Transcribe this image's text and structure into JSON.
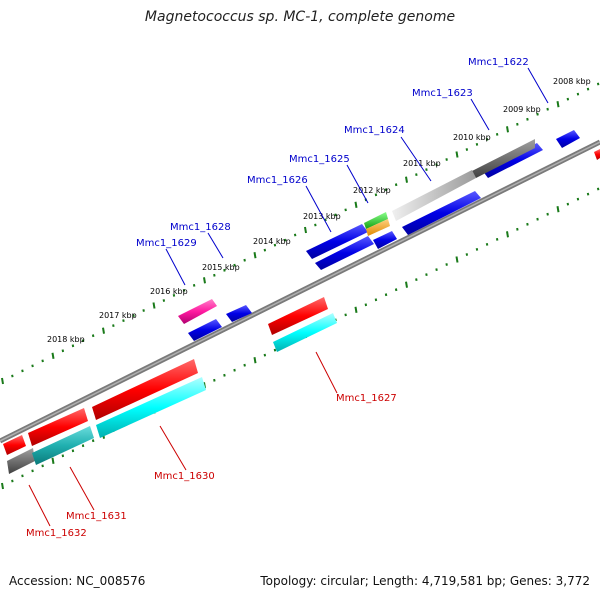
{
  "title": "Magnetococcus sp. MC-1, complete genome",
  "footer": {
    "accession": "Accession: NC_008576",
    "summary": "Topology: circular; Length: 4,719,581 bp; Genes: 3,772"
  },
  "ticks": [
    "2008 kbp",
    "2009 kbp",
    "2010 kbp",
    "2011 kbp",
    "2012 kbp",
    "2013 kbp",
    "2014 kbp",
    "2015 kbp",
    "2016 kbp",
    "2017 kbp",
    "2018 kbp"
  ],
  "genes_forward": [
    "Mmc1_1622",
    "Mmc1_1623",
    "Mmc1_1624",
    "Mmc1_1625",
    "Mmc1_1626",
    "Mmc1_1628",
    "Mmc1_1629"
  ],
  "genes_reverse": [
    "Mmc1_1627",
    "Mmc1_1630",
    "Mmc1_1631",
    "Mmc1_1632"
  ],
  "colors": {
    "forward_label": "#0000cc",
    "reverse_label": "#cc0000",
    "tick_green": "#1a7a1a",
    "backbone": "#808080"
  }
}
